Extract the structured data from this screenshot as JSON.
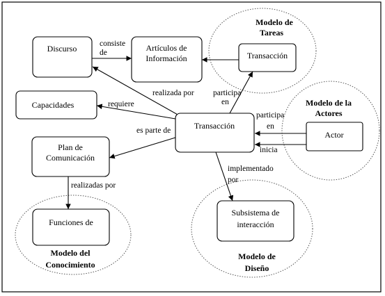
{
  "nodes": {
    "discurso": "Discurso",
    "articulos": [
      "Artículos de",
      "Información"
    ],
    "transaccion_tareas": "Transacción",
    "capacidades": "Capacidades",
    "transaccion_central": "Transacción",
    "actor": "Actor",
    "plan": [
      "Plan de",
      "Comunicación"
    ],
    "funciones": "Funciones de",
    "subsistema": [
      "Subsistema de",
      "interacción"
    ]
  },
  "edge_labels": {
    "consiste": [
      "consiste",
      "de"
    ],
    "realizada_por": "realizada por",
    "requiere": "requiere",
    "participa_tareas": [
      "participa",
      "en"
    ],
    "participa_actores": [
      "participa",
      "en"
    ],
    "es_parte_de": "es parte de",
    "inicia": "inicia",
    "implementado": [
      "implementado",
      "por"
    ],
    "realizadas_por": "realizadas por"
  },
  "models": {
    "tareas": [
      "Modelo de",
      "Tareas"
    ],
    "actores": [
      "Modelo de la",
      "Actores"
    ],
    "conocimiento": [
      "Modelo del",
      "Conocimiento"
    ],
    "diseno": [
      "Modelo de",
      "Diseño"
    ]
  }
}
